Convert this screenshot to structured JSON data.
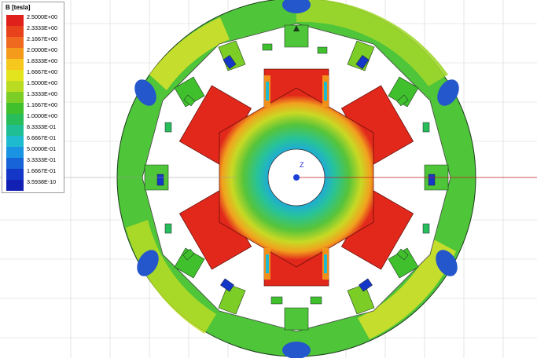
{
  "legend": {
    "title": "B [tesla]",
    "levels": [
      {
        "label": "2.5000E+00",
        "color": "#e0201a"
      },
      {
        "label": "2.3333E+00",
        "color": "#e8421c"
      },
      {
        "label": "2.1667E+00",
        "color": "#ef6a1e"
      },
      {
        "label": "2.0000E+00",
        "color": "#f49b1c"
      },
      {
        "label": "1.8333E+00",
        "color": "#f6c81e"
      },
      {
        "label": "1.6667E+00",
        "color": "#e4e41e"
      },
      {
        "label": "1.5000E+00",
        "color": "#b9dc22"
      },
      {
        "label": "1.3333E+00",
        "color": "#7ccd26"
      },
      {
        "label": "1.1667E+00",
        "color": "#3fc02c"
      },
      {
        "label": "1.0000E+00",
        "color": "#27bd5a"
      },
      {
        "label": "8.3333E-01",
        "color": "#1fbe95"
      },
      {
        "label": "6.6667E-01",
        "color": "#1ebad0"
      },
      {
        "label": "5.0000E-01",
        "color": "#1a94e2"
      },
      {
        "label": "3.3333E-01",
        "color": "#1763d8"
      },
      {
        "label": "1.6667E-01",
        "color": "#1537c8"
      },
      {
        "label": "3.5938E-10",
        "color": "#1220b4"
      }
    ]
  },
  "triad": {
    "z_label": "Z"
  },
  "field_colors": {
    "stator_base": "#4fc53a",
    "stator_yellow": "#d9e02a",
    "stator_blue": "#2456cc",
    "rotor_red": "#e2271b",
    "rotor_orange": "#f08a1f",
    "hub_cyan": "#29c6c2"
  }
}
